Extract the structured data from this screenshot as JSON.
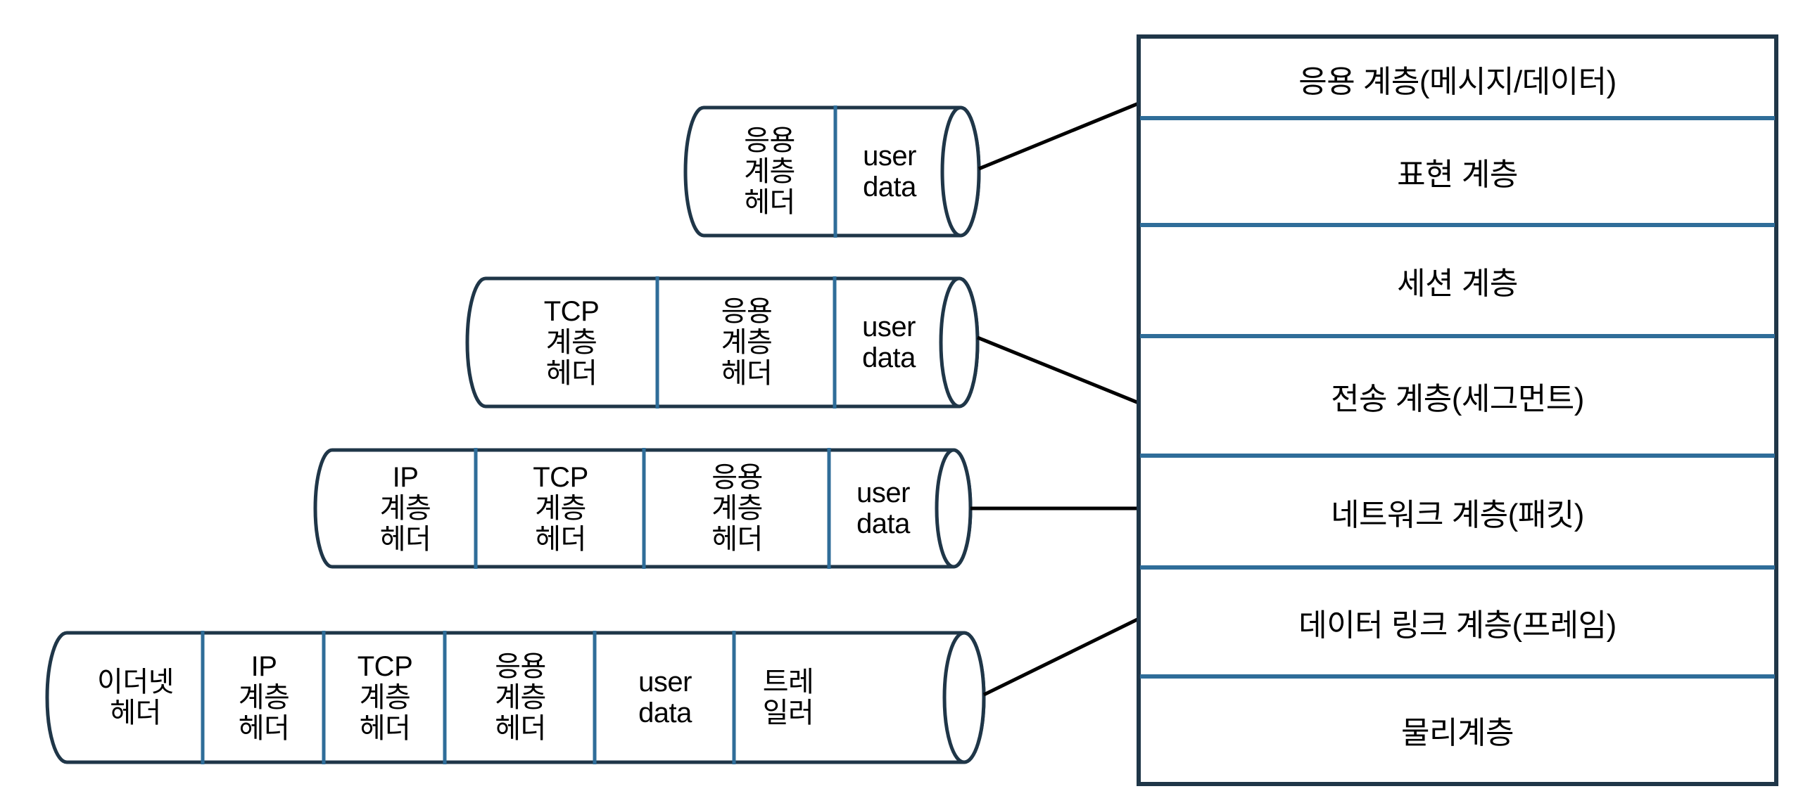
{
  "diagram": {
    "title": "OSI 7 계층 캡슐화 다이어그램",
    "colors": {
      "outline": "#1f3648",
      "divider": "#2f6d99",
      "connector": "#000000",
      "text": "#000000",
      "background": "#ffffff"
    }
  },
  "pdu_rows": [
    {
      "name": "application-pdu",
      "segments": [
        {
          "name": "application-header",
          "text": "응용\n계층\n헤더"
        },
        {
          "name": "user-data",
          "text": "user\ndata"
        }
      ]
    },
    {
      "name": "transport-pdu",
      "segments": [
        {
          "name": "tcp-header",
          "text": "TCP\n계층\n헤더"
        },
        {
          "name": "application-header",
          "text": "응용\n계층\n헤더"
        },
        {
          "name": "user-data",
          "text": "user\ndata"
        }
      ]
    },
    {
      "name": "network-pdu",
      "segments": [
        {
          "name": "ip-header",
          "text": "IP\n계층\n헤더"
        },
        {
          "name": "tcp-header",
          "text": "TCP\n계층\n헤더"
        },
        {
          "name": "application-header",
          "text": "응용\n계층\n헤더"
        },
        {
          "name": "user-data",
          "text": "user\ndata"
        }
      ]
    },
    {
      "name": "datalink-pdu",
      "segments": [
        {
          "name": "ethernet-header",
          "text": "이더넷\n헤더"
        },
        {
          "name": "ip-header",
          "text": "IP\n계층\n헤더"
        },
        {
          "name": "tcp-header",
          "text": "TCP\n계층\n헤더"
        },
        {
          "name": "application-header",
          "text": "응용\n계층\n헤더"
        },
        {
          "name": "user-data",
          "text": "user\ndata"
        },
        {
          "name": "trailer",
          "text": "트레\n일러"
        }
      ]
    }
  ],
  "osi_stack": {
    "name": "osi-layer-stack",
    "layers": [
      {
        "name": "application-layer",
        "label": "응용 계층(메시지/데이터)"
      },
      {
        "name": "presentation-layer",
        "label": "표현 계층"
      },
      {
        "name": "session-layer",
        "label": "세션 계층"
      },
      {
        "name": "transport-layer",
        "label": "전송 계층(세그먼트)"
      },
      {
        "name": "network-layer",
        "label": "네트워크 계층(패킷)"
      },
      {
        "name": "datalink-layer",
        "label": "데이터 링크 계층(프레임)"
      },
      {
        "name": "physical-layer",
        "label": "물리계층"
      }
    ]
  }
}
